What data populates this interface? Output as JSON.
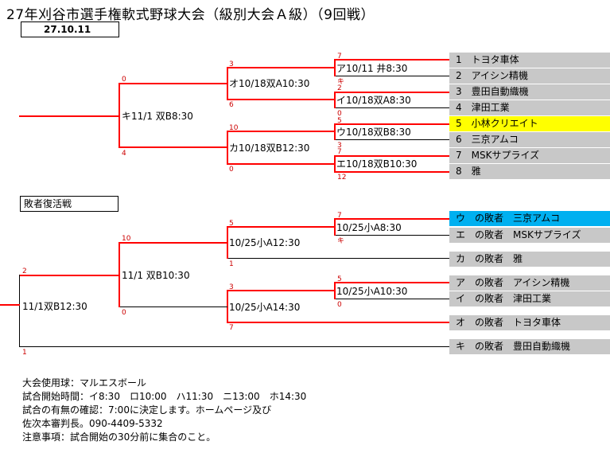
{
  "title": "27年刈谷市選手権軟式野球大会（級別大会Ａ級）（9回戦）",
  "date": "27.10.11",
  "losers_title": "敗者復活戦",
  "teams": [
    {
      "num": "1",
      "name": "トヨタ車体"
    },
    {
      "num": "2",
      "name": "アイシン精機"
    },
    {
      "num": "3",
      "name": "豊田自動織機"
    },
    {
      "num": "4",
      "name": "津田工業"
    },
    {
      "num": "5",
      "name": "小林クリエイト"
    },
    {
      "num": "6",
      "name": "三京アムコ"
    },
    {
      "num": "7",
      "name": "MSKサプライズ"
    },
    {
      "num": "8",
      "name": "雅"
    }
  ],
  "losers_entries": [
    "ウ　の敗者　三京アムコ",
    "エ　の敗者　MSKサプライズ",
    "カ　の敗者　雅",
    "ア　の敗者　アイシン精機",
    "イ　の敗者　津田工業",
    "オ　の敗者　トヨタ車体",
    "キ　の敗者　豊田自動織機"
  ],
  "main_games": {
    "a": "ア10/11 井8:30",
    "i": "イ10/18双A8:30",
    "u": "ウ10/18双B8:30",
    "e": "エ10/18双B10:30",
    "o": "オ10/18双A10:30",
    "ka": "カ10/18双B12:30",
    "ki": "キ11/1 双B8:30"
  },
  "losers_games": {
    "g1": "10/25小A8:30",
    "g2": "10/25小A10:30",
    "g3": "10/25小A12:30",
    "g4": "10/25小A14:30",
    "g5": "11/1 双B10:30",
    "g6": "11/1双B12:30"
  },
  "scores": {
    "a_top": "7",
    "a_bot": "キ",
    "i_top": "2",
    "i_bot": "0",
    "u_top": "5",
    "u_bot": "3",
    "e_top": "7",
    "e_bot": "12",
    "o_top": "3",
    "o_bot": "6",
    "ka_top": "10",
    "ka_bot": "0",
    "ki_top": "0",
    "ki_bot": "4",
    "g1_top": "7",
    "g1_bot": "キ",
    "g2_top": "5",
    "g2_bot": "0",
    "g3_top": "5",
    "g3_bot": "1",
    "g4_top": "3",
    "g4_bot": "7",
    "g5_top": "10",
    "g5_bot": "0",
    "g6_top": "2",
    "g6_bot": "1"
  },
  "notes": [
    "大会使用球：マルエスボール",
    "試合開始時間：イ8:30　ロ10:00　ハ11:30　ニ13:00　ホ14:30",
    "試合の有無の確認：7:00に決定します。ホームページ及び",
    "佐次本審判長。090-4409-5332",
    "注意事項：試合開始の30分前に集合のこと。"
  ]
}
